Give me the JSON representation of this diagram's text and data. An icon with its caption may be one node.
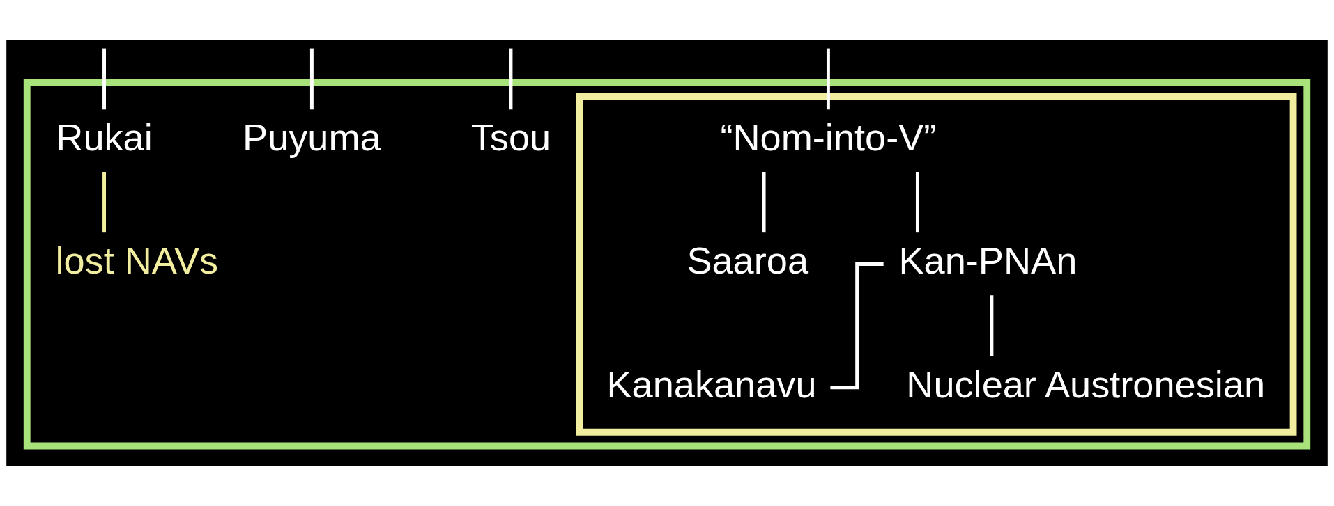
{
  "diagram": {
    "nodes": [
      {
        "text": [],
        "shape": "box"
      },
      {
        "text": [
          "Rukai"
        ],
        "in": 0
      },
      {
        "text": [
          "Puyuma"
        ],
        "in": 0
      },
      {
        "text": [
          "Tsou"
        ],
        "in": 0
      },
      {
        "text": [],
        "shape": "box",
        "in": 0
      },
      {
        "text": [
          "“Nom-into-V”"
        ],
        "in": 4
      },
      {
        "text": [
          "Saaroa"
        ],
        "in": 4
      },
      {
        "text": [
          "Kan-PNAn"
        ],
        "in": 4
      },
      {
        "text": [
          "Kanakanavu"
        ],
        "in": 4
      },
      {
        "text": [
          "Nuclear Austronesian"
        ],
        "in": 4
      },
      {
        "text": [
          "lost NAVs"
        ],
        "in": 0
      }
    ],
    "edges": [
      {
        "from": null,
        "to": 1,
        "arrow": "none"
      },
      {
        "from": null,
        "to": 2,
        "arrow": "none"
      },
      {
        "from": null,
        "to": 3,
        "arrow": "none"
      },
      {
        "from": null,
        "to": 5,
        "arrow": "none"
      },
      {
        "from": 1,
        "to": 10,
        "arrow": "none",
        "color": "#f2eea0"
      },
      {
        "from": 5,
        "to": 6,
        "arrow": "none"
      },
      {
        "from": 5,
        "to": 7,
        "arrow": "none"
      },
      {
        "from": 7,
        "to": 8,
        "arrow": "none"
      },
      {
        "from": 7,
        "to": 9,
        "arrow": "none"
      }
    ]
  }
}
